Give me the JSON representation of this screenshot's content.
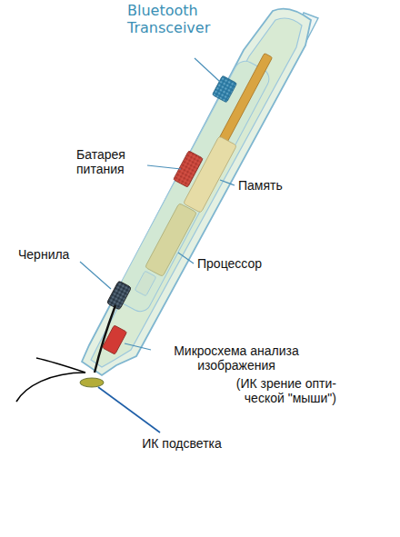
{
  "diagram": {
    "labels": [
      "Bluetooth Transceiver",
      "Батарея питания",
      "Память",
      "Процессор",
      "Чернила",
      "Микросхема анализа изображения",
      "(ИК зрение опти- ческой \"мыши\")",
      "ИК подсветка"
    ]
  }
}
